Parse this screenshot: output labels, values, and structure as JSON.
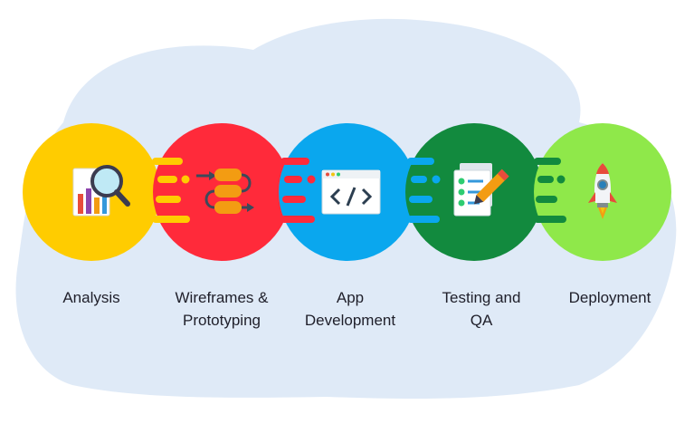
{
  "steps": [
    {
      "label_lines": [
        "Analysis"
      ],
      "color": "#ffcc00",
      "icon": "analysis-magnifier-icon"
    },
    {
      "label_lines": [
        "Wireframes &",
        "Prototyping"
      ],
      "color": "#ff2a3a",
      "icon": "wireframe-flow-icon"
    },
    {
      "label_lines": [
        "App",
        "Development"
      ],
      "color": "#0aa7ee",
      "icon": "code-window-icon"
    },
    {
      "label_lines": [
        "Testing and",
        "QA"
      ],
      "color": "#128a3e",
      "icon": "checklist-pencil-icon"
    },
    {
      "label_lines": [
        "Deployment"
      ],
      "color": "#8fe84a",
      "icon": "rocket-icon"
    }
  ],
  "colors": {
    "cloud": "#dfeaf7"
  }
}
